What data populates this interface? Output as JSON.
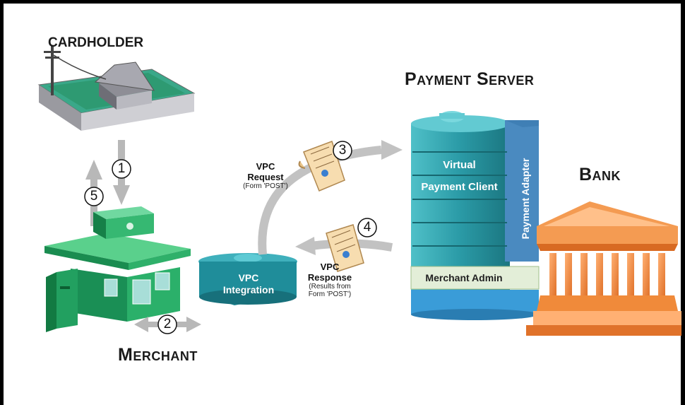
{
  "labels": {
    "cardholder": "CARDHOLDER",
    "payment_server": "Payment Server",
    "bank": "Bank",
    "merchant": "Merchant"
  },
  "server": {
    "virtual_line1": "Virtual",
    "virtual_line2": "Payment Client",
    "payment_adapter": "Payment Adapter",
    "merchant_admin": "Merchant Admin"
  },
  "vpc_integration": {
    "line1": "VPC",
    "line2": "Integration"
  },
  "request": {
    "line1": "VPC",
    "line2": "Request",
    "note": "(Form 'POST')"
  },
  "response": {
    "line1": "VPC",
    "line2": "Response",
    "note_line1": "(Results from",
    "note_line2": "Form 'POST')"
  },
  "steps": [
    "1",
    "2",
    "3",
    "4",
    "5"
  ],
  "colors": {
    "server_teal": "#2a9aa6",
    "server_adapter": "#3f7fb5",
    "merchant_green": "#1e9a5c",
    "bank_orange": "#f08a3a",
    "arrow_gray": "#b8b8b8"
  }
}
